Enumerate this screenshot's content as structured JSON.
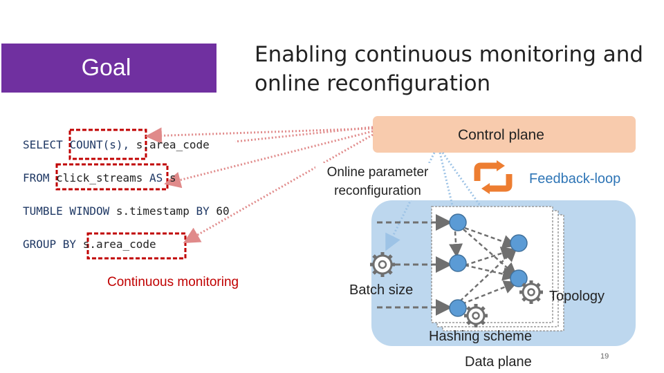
{
  "goal": {
    "label": "Goal"
  },
  "heading": {
    "line1": "Enabling continuous monitoring and",
    "line2": "online reconfiguration"
  },
  "query": {
    "line1": [
      "SELECT ",
      "COUNT(s), ",
      "s.area_code"
    ],
    "line2": [
      "FROM ",
      "click_streams ",
      "AS ",
      "s"
    ],
    "line3": [
      "TUMBLE WINDOW ",
      "s.timestamp ",
      "BY ",
      "60"
    ],
    "line4": [
      "GROUP BY ",
      "s.area_code"
    ]
  },
  "labels": {
    "continuous_monitoring": "Continuous monitoring",
    "control_plane": "Control plane",
    "online_param_line1": "Online parameter",
    "online_param_line2": "reconfiguration",
    "feedback_loop": "Feedback-loop",
    "batch_size": "Batch size",
    "topology": "Topology",
    "hashing_scheme": "Hashing scheme",
    "data_plane": "Data plane",
    "page_number": "19"
  },
  "colors": {
    "goal_bg": "#7030a0",
    "highlight_box": "#c00000",
    "monitoring_text": "#c00000",
    "feedback_text": "#2e75b6",
    "feedback_icon": "#ed7d31",
    "control_plane_bg": "#f8cbad",
    "data_plane_bg": "#bdd7ee",
    "node_fill": "#5b9bd5"
  }
}
